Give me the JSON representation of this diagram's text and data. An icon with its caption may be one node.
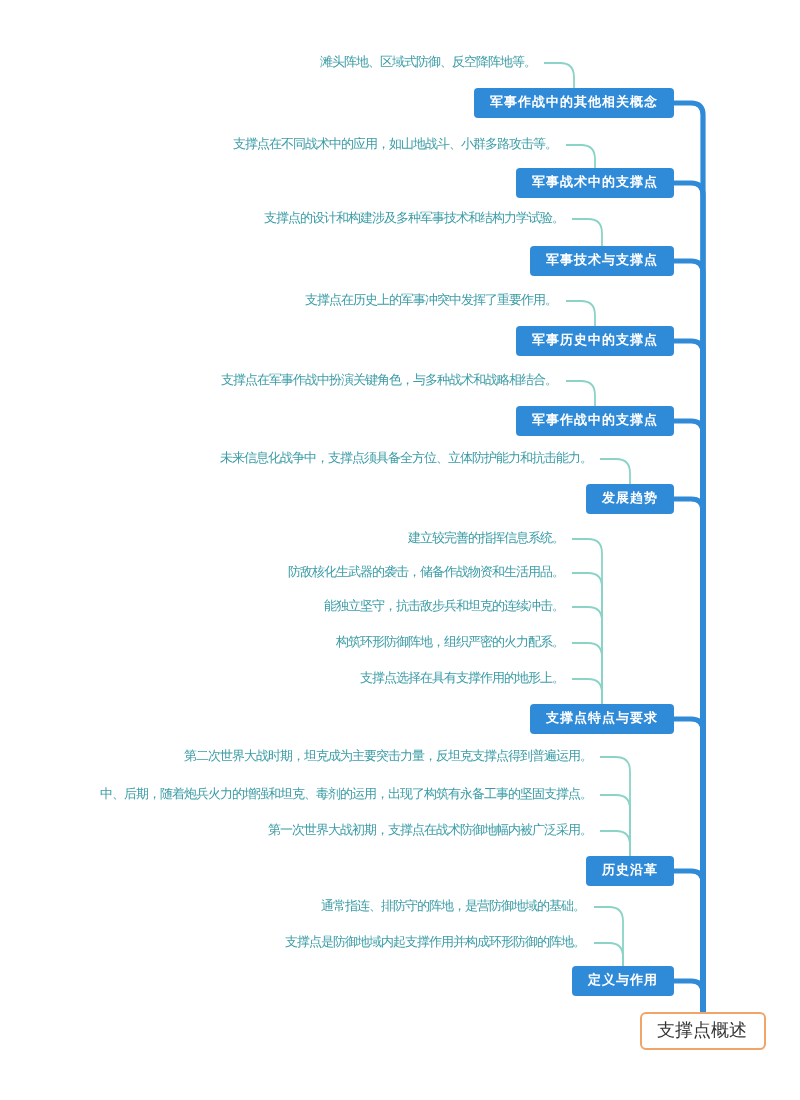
{
  "diagram": {
    "nodes": [
      {
        "text": [
          "滩头阵地、区域式防御、反空降阵地等。"
        ]
      },
      {
        "text": [
          "军事作战中的其他相关概念"
        ]
      },
      {
        "text": [
          "支撑点在不同战术中的应用，如山地战斗、小群多路攻击等。"
        ]
      },
      {
        "text": [
          "军事战术中的支撑点"
        ]
      },
      {
        "text": [
          "支撑点的设计和构建涉及多种军事技术和结构力学试验。"
        ]
      },
      {
        "text": [
          "军事技术与支撑点"
        ]
      },
      {
        "text": [
          "支撑点在历史上的军事冲突中发挥了重要作用。"
        ]
      },
      {
        "text": [
          "军事历史中的支撑点"
        ]
      },
      {
        "text": [
          "支撑点在军事作战中扮演关键角色，与多种战术和战略相结合。"
        ]
      },
      {
        "text": [
          "军事作战中的支撑点"
        ]
      },
      {
        "text": [
          "未来信息化战争中，支撑点须具备全方位、立体防护能力和抗击能力。"
        ]
      },
      {
        "text": [
          "发展趋势"
        ]
      },
      {
        "text": [
          "建立较完善的指挥信息系统。"
        ]
      },
      {
        "text": [
          "防敌核化生武器的袭击，储备作战物资和生活用品。"
        ]
      },
      {
        "text": [
          "能独立坚守，抗击敌步兵和坦克的连续冲击。"
        ]
      },
      {
        "text": [
          "构筑环形防御阵地，组织严密的火力配系。"
        ]
      },
      {
        "text": [
          "支撑点选择在具有支撑作用的地形上。"
        ]
      },
      {
        "text": [
          "支撑点特点与要求"
        ]
      },
      {
        "text": [
          "第二次世界大战时期，坦克成为主要突击力量，反坦克支撑点得到普遍运用。"
        ]
      },
      {
        "text": [
          "中、后期，随着炮兵火力的增强和坦克、毒剂的运用，出现了构筑有永备工事的坚固支撑点。"
        ]
      },
      {
        "text": [
          "第一次世界大战初期，支撑点在战术防御地幅内被广泛采用。"
        ]
      },
      {
        "text": [
          "历史沿革"
        ]
      },
      {
        "text": [
          "通常指连、排防守的阵地，是营防御地域的基础。"
        ]
      },
      {
        "text": [
          "支撑点是防御地域内起支撑作用并构成环形防御的阵地。"
        ]
      },
      {
        "text": [
          "定义与作用"
        ]
      },
      {
        "text": [
          "支撑点概述"
        ]
      }
    ],
    "edges": [
      {
        "from": 25,
        "to": 1,
        "arrow": "none",
        "style": "thick",
        "color": "#2f8ad8"
      },
      {
        "from": 25,
        "to": 3,
        "arrow": "none",
        "style": "thick",
        "color": "#2f8ad8"
      },
      {
        "from": 25,
        "to": 5,
        "arrow": "none",
        "style": "thick",
        "color": "#2f8ad8"
      },
      {
        "from": 25,
        "to": 7,
        "arrow": "none",
        "style": "thick",
        "color": "#2f8ad8"
      },
      {
        "from": 25,
        "to": 9,
        "arrow": "none",
        "style": "thick",
        "color": "#2f8ad8"
      },
      {
        "from": 25,
        "to": 11,
        "arrow": "none",
        "style": "thick",
        "color": "#2f8ad8"
      },
      {
        "from": 25,
        "to": 17,
        "arrow": "none",
        "style": "thick",
        "color": "#2f8ad8"
      },
      {
        "from": 25,
        "to": 21,
        "arrow": "none",
        "style": "thick",
        "color": "#2f8ad8"
      },
      {
        "from": 25,
        "to": 24,
        "arrow": "none",
        "style": "thick",
        "color": "#2f8ad8"
      },
      {
        "from": 1,
        "to": 0,
        "arrow": "none"
      },
      {
        "from": 3,
        "to": 2,
        "arrow": "none"
      },
      {
        "from": 5,
        "to": 4,
        "arrow": "none"
      },
      {
        "from": 7,
        "to": 6,
        "arrow": "none"
      },
      {
        "from": 9,
        "to": 8,
        "arrow": "none"
      },
      {
        "from": 11,
        "to": 10,
        "arrow": "none"
      },
      {
        "from": 17,
        "to": 12,
        "arrow": "none"
      },
      {
        "from": 17,
        "to": 13,
        "arrow": "none"
      },
      {
        "from": 17,
        "to": 14,
        "arrow": "none"
      },
      {
        "from": 17,
        "to": 15,
        "arrow": "none"
      },
      {
        "from": 17,
        "to": 16,
        "arrow": "none"
      },
      {
        "from": 21,
        "to": 18,
        "arrow": "none"
      },
      {
        "from": 21,
        "to": 19,
        "arrow": "none"
      },
      {
        "from": 21,
        "to": 20,
        "arrow": "none"
      },
      {
        "from": 24,
        "to": 22,
        "arrow": "none"
      },
      {
        "from": 24,
        "to": 23,
        "arrow": "none"
      }
    ]
  }
}
